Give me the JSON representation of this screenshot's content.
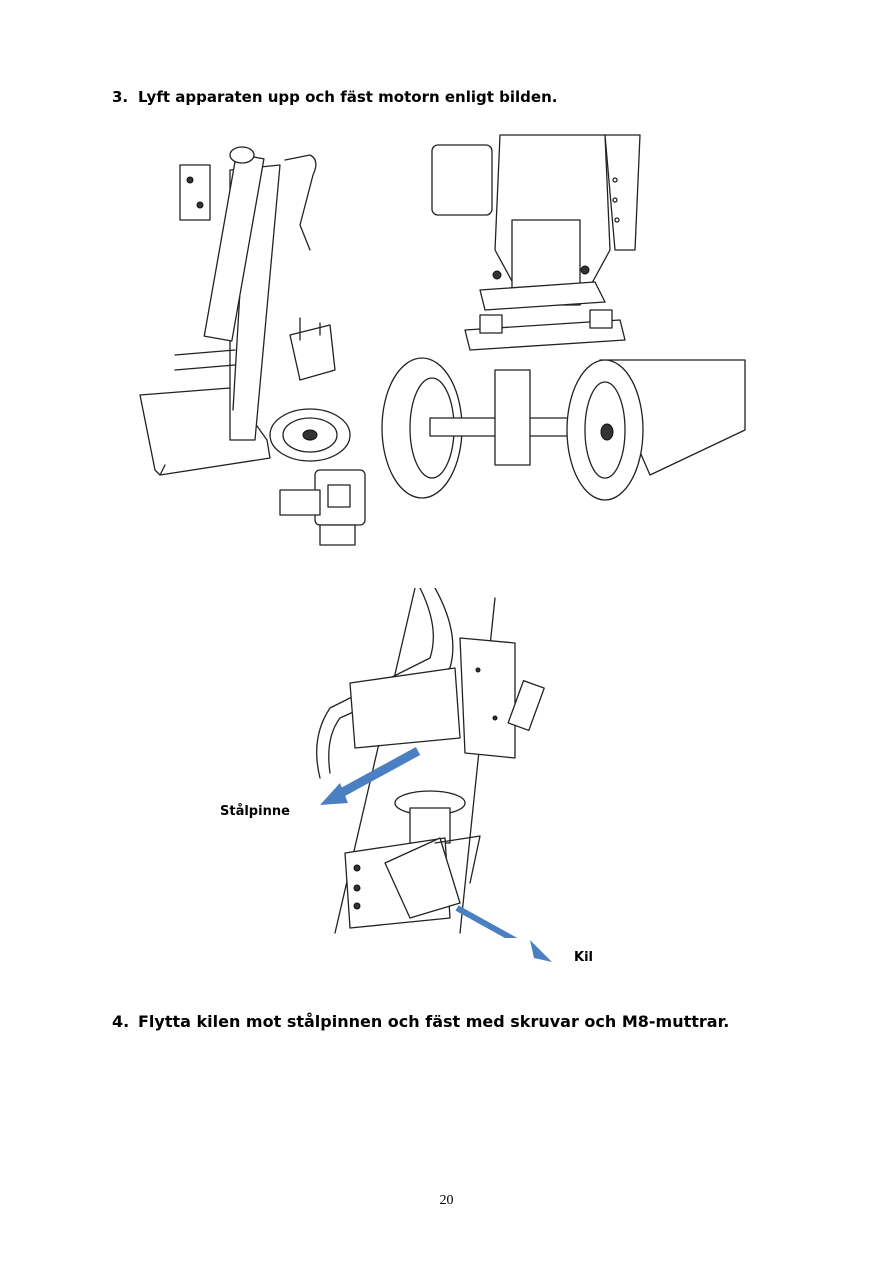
{
  "steps": [
    {
      "number": "3.",
      "text": "Lyft apparaten upp och fäst motorn enligt bilden."
    },
    {
      "number": "4.",
      "text": "Flytta kilen mot stålpinnen och fäst med skruvar och M8-muttrar."
    }
  ],
  "labels": {
    "steel_pin": "Stålpinne",
    "wedge": "Kil"
  },
  "arrow_color": "#4a7fc1",
  "page_number": "20"
}
